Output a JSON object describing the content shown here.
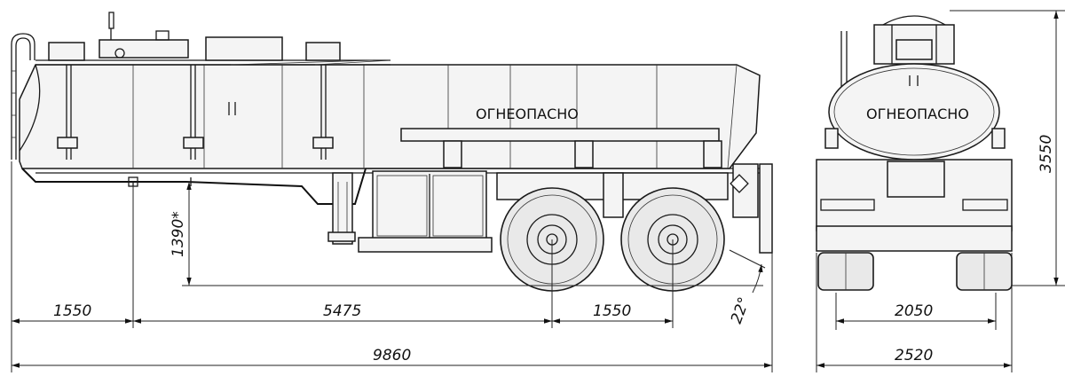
{
  "drawing": {
    "tank_label_side": "ОГНЕОПАСНО",
    "tank_label_rear": "ОГНЕОПАСНО",
    "dimensions": {
      "front_overhang": "1550",
      "kingpin_to_axle": "5475",
      "axle_spacing": "1550",
      "overall_length": "9860",
      "coupling_height": "1390*",
      "departure_angle": "22°",
      "track_width": "2050",
      "overall_width": "2520",
      "overall_height": "3550"
    }
  }
}
